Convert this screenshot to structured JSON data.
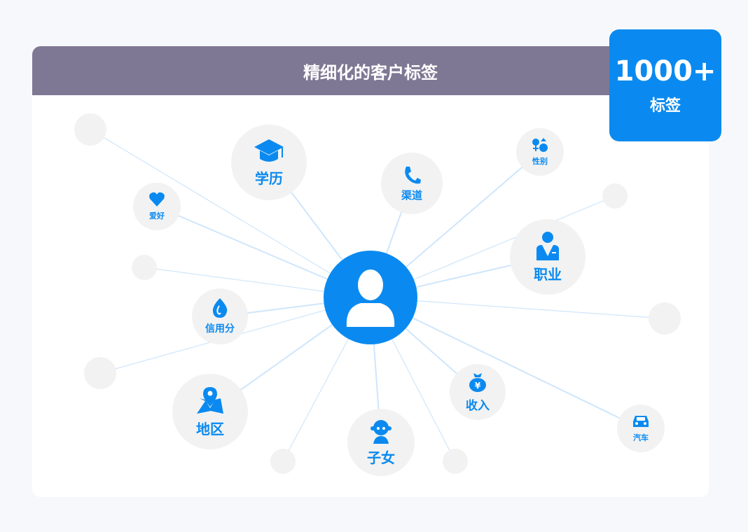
{
  "header": {
    "title": "精细化的客户标签"
  },
  "badge": {
    "count": "1000+",
    "label": "标签"
  },
  "colors": {
    "accent": "#0a8af0",
    "header": "#7f7894",
    "node": "#f2f2f2",
    "line": "#cfe6fb"
  },
  "tags": [
    {
      "label": "学历",
      "icon": "graduation-cap-icon"
    },
    {
      "label": "渠道",
      "icon": "phone-icon"
    },
    {
      "label": "性别",
      "icon": "gender-icon"
    },
    {
      "label": "爱好",
      "icon": "heart-icon"
    },
    {
      "label": "职业",
      "icon": "businessman-icon"
    },
    {
      "label": "信用分",
      "icon": "drop-icon"
    },
    {
      "label": "地区",
      "icon": "map-pin-icon"
    },
    {
      "label": "子女",
      "icon": "child-icon"
    },
    {
      "label": "收入",
      "icon": "money-bag-icon"
    },
    {
      "label": "汽车",
      "icon": "car-icon"
    }
  ]
}
